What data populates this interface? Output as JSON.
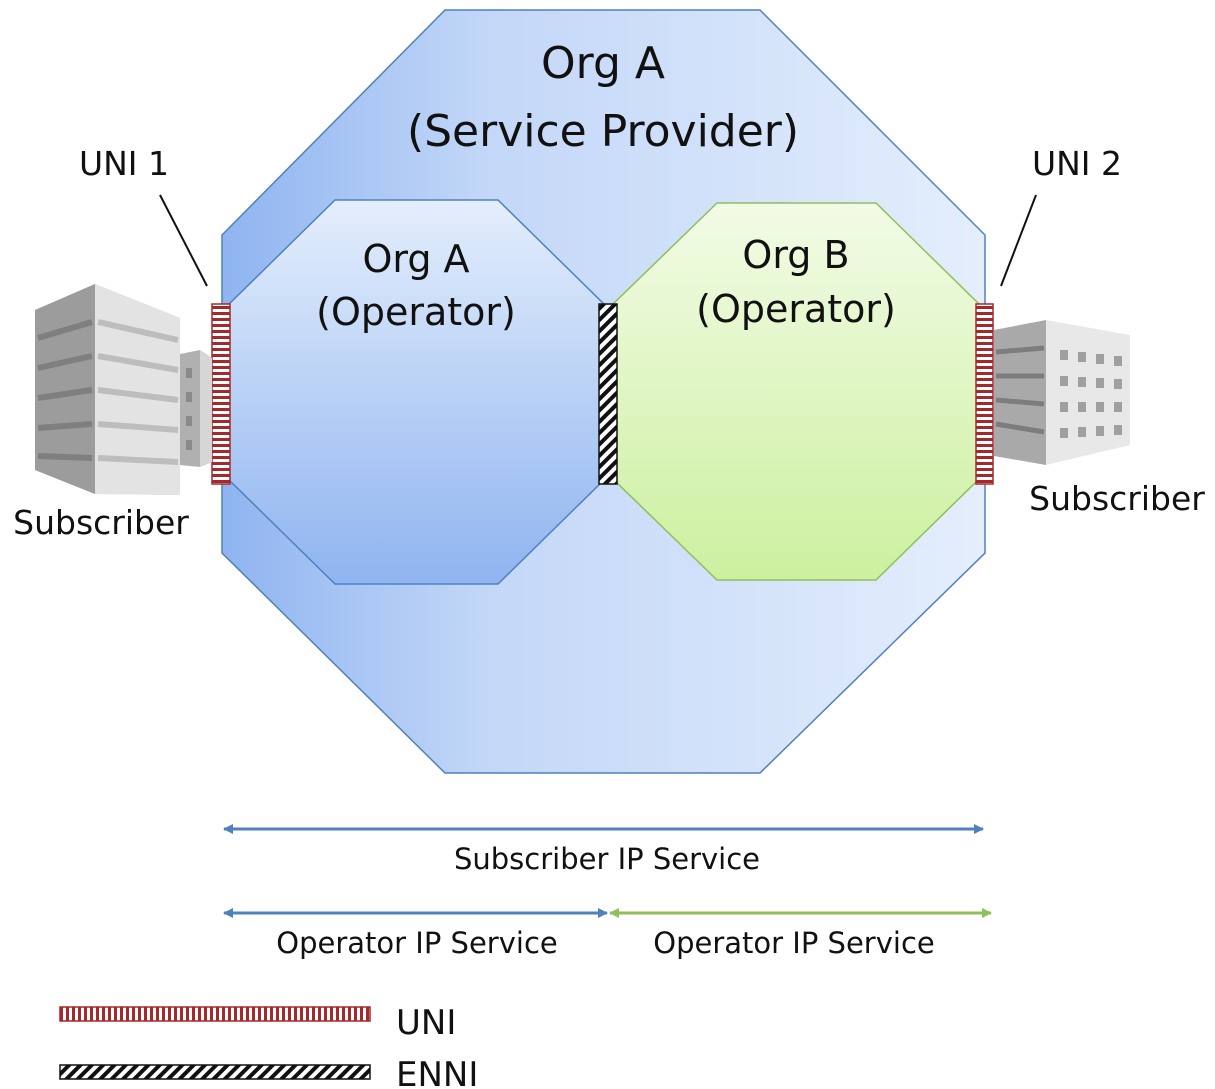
{
  "outer_org": {
    "line1": "Org A",
    "line2": "(Service Provider)"
  },
  "operator_a": {
    "line1": "Org A",
    "line2": "(Operator)"
  },
  "operator_b": {
    "line1": "Org B",
    "line2": "(Operator)"
  },
  "uni_1_label": "UNI 1",
  "uni_2_label": "UNI 2",
  "subscriber_left_label": "Subscriber",
  "subscriber_right_label": "Subscriber",
  "subscriber_service_label": "Subscriber IP Service",
  "operator_service_a_label": "Operator IP Service",
  "operator_service_b_label": "Operator IP Service",
  "legend": {
    "uni_label": "UNI",
    "enni_label": "ENNI"
  },
  "colors": {
    "outer_fill_light": "#dce8fb",
    "outer_fill_dark": "#9fbff3",
    "outer_stroke": "#4f81bd",
    "operator_a_fill": "#a8c5f5",
    "operator_b_fill": "#d8f5b3",
    "operator_b_stroke": "#8fbf5a",
    "uni_color": "#a5282a",
    "enni_color": "#111111",
    "arrow_blue": "#4f81bd",
    "arrow_green": "#8fbf5a"
  }
}
